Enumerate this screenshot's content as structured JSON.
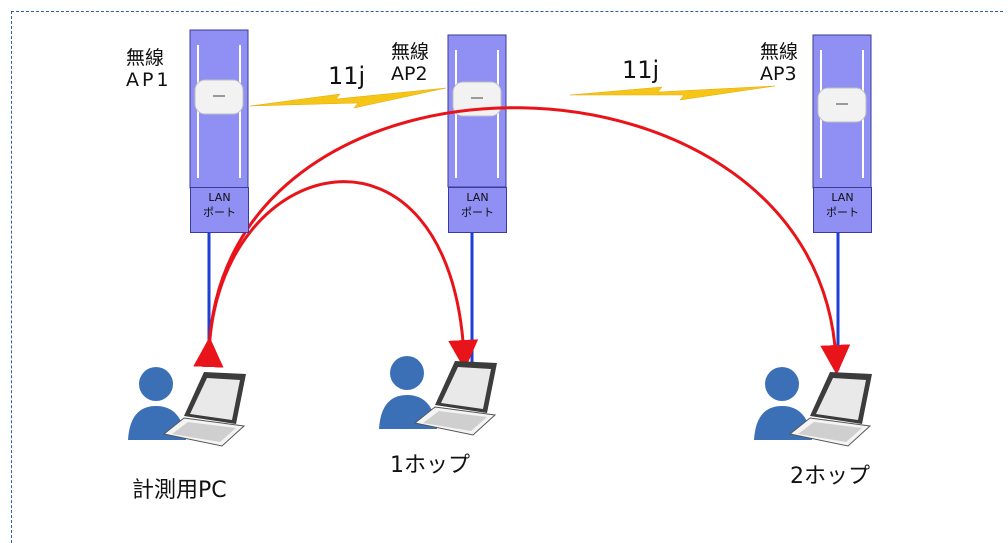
{
  "access_points": [
    {
      "line1": "無線",
      "line2": "AP1",
      "port_line1": "LAN",
      "port_line2": "ポート"
    },
    {
      "line1": "無線",
      "line2": "AP2",
      "port_line1": "LAN",
      "port_line2": "ポート"
    },
    {
      "line1": "無線",
      "line2": "AP3",
      "port_line1": "LAN",
      "port_line2": "ポート"
    }
  ],
  "wireless_links": [
    {
      "label": "11j"
    },
    {
      "label": "11j"
    }
  ],
  "computers": [
    {
      "label": "計測用PC"
    },
    {
      "label": "1ホップ"
    },
    {
      "label": "2ホップ"
    }
  ],
  "colors": {
    "frame_border": "#2e5db8",
    "ap_body": "#8f8ff4",
    "cable": "#1d3fd6",
    "arrow": "#e8141a",
    "wireless_bolt": "#f5c518",
    "user_icon": "#3b70b7"
  },
  "icons": {
    "access_point": "wireless-access-point-icon",
    "computer": "user-laptop-icon",
    "link": "lightning-bolt-icon"
  }
}
